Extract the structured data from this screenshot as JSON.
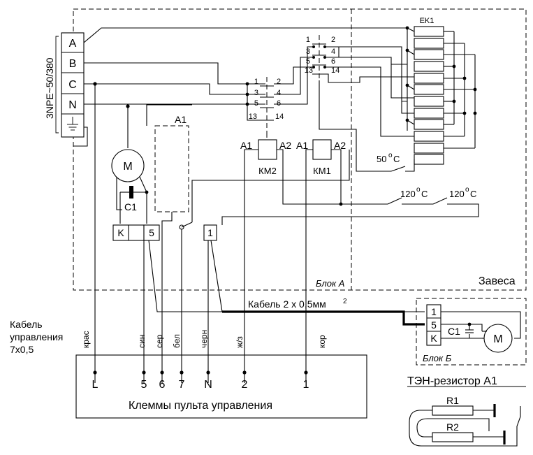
{
  "supply_label": "3NPE~50/380",
  "terminals": {
    "a": "A",
    "b": "B",
    "c": "C",
    "n": "N"
  },
  "heater_block_label": "EK1",
  "switch_top": {
    "p1": "1",
    "p2": "2",
    "p3": "3",
    "p4": "4",
    "p5": "5",
    "p6": "6",
    "p13": "13",
    "p14": "14"
  },
  "switch_mid": {
    "p1": "1",
    "p2": "2",
    "p3": "3",
    "p4": "4",
    "p5": "5",
    "p6": "6",
    "p13": "13",
    "p14": "14"
  },
  "km2": {
    "label": "КМ2",
    "a1": "A1",
    "a2": "A2"
  },
  "km1": {
    "label": "КМ1",
    "a1": "A1",
    "a2": "A2"
  },
  "thermostat_50": "50",
  "thermostat_120a": "120",
  "thermostat_120b": "120",
  "degree_c": "C",
  "degree_o": "o",
  "motor_label": "M",
  "capacitor_label": "C1",
  "a1_block_label": "A1",
  "k_label": "K",
  "t5_label": "5",
  "t1_label": "1",
  "block_a_label": "Блок А",
  "zavesa_label": "Завеса",
  "cable_label": "Кабель 2 х 0,5мм",
  "cable_superscript": "2",
  "control_cable_label": [
    "Кабель",
    "управления",
    "7x0,5"
  ],
  "wire_colors": [
    "крас",
    "син",
    "сер",
    "бел",
    "черн",
    "ж/з",
    "кор"
  ],
  "panel_terminals": [
    "L",
    "5",
    "6",
    "7",
    "N",
    "2",
    "1"
  ],
  "panel_title": "Клеммы пульта управления",
  "block_b": {
    "t1": "1",
    "t5": "5",
    "k": "K",
    "capacitor": "C1",
    "motor": "M",
    "label": "Блок Б"
  },
  "resistor_title": "ТЭН-резистор А1",
  "r1": "R1",
  "r2": "R2"
}
